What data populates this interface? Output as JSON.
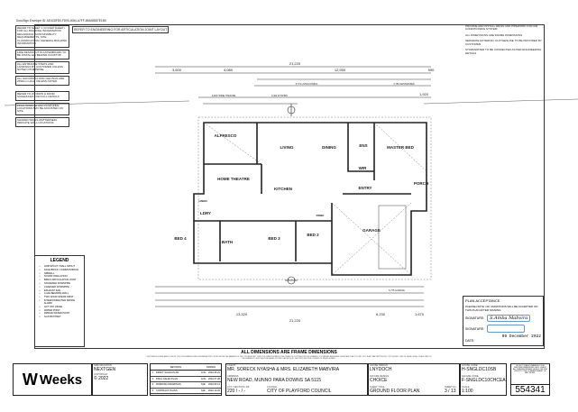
{
  "envelope_id": "DocuSign Envelope ID: AE4C8FD0-FD90-4084-A7FF-69A08D87E15B",
  "notes_left": [
    "REFER TO SHEET 1 (COVER SHEET) FOR ALL BUILDING INFORMATION REGARDING: SUSTAINABILITY REQUIREMENTS, SITE CLASSIFICATION, GENERAL BUILDING INFORMATION",
    "FIRE RESISTANT PLASTERBOARD TO BE INSTALLED BEHIND COOKTOP",
    "ALL ENTRANCE STEPS AND LANDINGS BY CUSTOMER UNLESS NOTED OTHERWISE",
    "ALL GROUND FLOOR CEILINGS ARE 2550mm HIGH UNLESS NOTED",
    "REFER TO WINDOW & DOOR SCHEDULES FOR FULL DETAILS",
    "FINAL WINDOW AND DOWNPIPE LOCATIONS MAY BE ADJUSTED ON SITE",
    "SHADED WALLS (PATTERNED) INDICATE WALL LOCATIONS"
  ],
  "articulation_note": "REFER TO ENGINEERING FOR ARTICULATION JOINT LAYOUT",
  "notes_right": [
    "PROVIDE AND INSTALL DRAIN AND PIPEWORK FOR AIR CONDITIONING SYSTEM",
    "ALL DIMENSIONS ARE FRAME DIMENSIONS",
    "SEPARATE EXTERNAL CLOTHESLINE TO BE PROVIDED BY CUSTOMER",
    "STORMWATER TO BE CONNECTED AS PER ENGINEERING DETAILS"
  ],
  "dimensions": {
    "overall_top": "21,220",
    "top_segments": [
      "3,600",
      "4,080",
      "12,950",
      "590"
    ],
    "overall_bottom": "21,220",
    "bottom_segments": [
      "13,320",
      "6,230",
      "1,670"
    ],
    "living_dining": "5,770 LIVING DINING",
    "master_bed": "3,750 MASTER BED",
    "home_theatre": "4,000 HOME THEATRE",
    "kitchen": "3,400 KITCHEN",
    "garage": "5,775 GARAGE",
    "porch": "1,920"
  },
  "rooms": [
    "ALFRESCO",
    "LIVING",
    "DINING",
    "ENS",
    "MASTER BED",
    "WIR",
    "HOME THEATRE",
    "KITCHEN",
    "ENTRY",
    "PORCH",
    "LDRY",
    "BED 4",
    "BATH",
    "BED 3",
    "BED 2",
    "GARAGE",
    "ROBE",
    "LINEN"
  ],
  "legend": {
    "title": "LEGEND",
    "items": [
      "HOB SPOUT / WALL SPOUT",
      "FACE BRICK / COMMON BRICK",
      "NIBWALL",
      "SOUND INSULATION",
      "BRICK ARTICULATION JOINT",
      "STANDARD DOWNPIPE",
      "CHARGED DOWNPIPE",
      "EXHAUST FAN",
      "LOAD BEARING WALL",
      "TWO DOOR OPENS FIRST",
      "INTERCONNECTED SMOKE ALARM",
      "LIFT OFF HINGE",
      "WATER POINT",
      "FRIDGE WATER POINT",
      "GAS BAYONET"
    ]
  },
  "frame_note": "ALL DIMENSIONS ARE FRAME DIMENSIONS",
  "copyright_note": "© 2022 WEEKS HOMES (ABN 47 008 087 278). THIS DRAWING IS AN ORIGINAL ARTISTIC WORK WITHIN THE MEANING OF THE COPYRIGHT ACT 1968 (CTH). WEEKS HOMES IS THE OWNER OF COPYRIGHT IN THIS DRAWING. YOU HEREBY AGREE AND UNDERTAKE THAT YOU WILL NOT IN ANY WAY REPRODUCE, COPY, MODIFY, USE OR CAUSE OR ALLOW ANY PART OF THE DRAWING TO BUILD A HOUSE BASED ON THIS PLAN WITHOUT THE PRIOR WRITTEN CONSENT OF WEEKS HOMES.",
  "plan_acceptance": {
    "title": "PLAN ACCEPTANCE",
    "note": "PLEASE NOTE: NO VARIATIONS WILL BE ACCEPTED ON THIS PLAN AFTER SIGNING",
    "signature_label_1": "SIGNATURE:",
    "signature_label_2": "SIGNATURE:",
    "signature_1": "S.Amba Mabvira",
    "date_label": "DATE:",
    "date_value": "09 December 2022"
  },
  "title_block": {
    "brand": "Weeks",
    "specification_label": "SPECIFICATION",
    "specification": "NEXTGEN",
    "copyright_label": "COPYRIGHT",
    "copyright": "© 2022",
    "revision_header": "REVISION",
    "drawn_header": "DRAWN",
    "revisions": [
      {
        "no": "1",
        "desc": "DRAFT SALES PLAN",
        "by": "LNG",
        "date": "2022.06.22"
      },
      {
        "no": "2",
        "desc": "FINAL SALES PLAN",
        "by": "LNG",
        "date": "2022.07.28"
      },
      {
        "no": "3",
        "desc": "WORKING DRAWINGS",
        "by": "SJE",
        "date": "2022.09.13"
      },
      {
        "no": "4",
        "desc": "CONTRACT PLANS",
        "by": "SJE",
        "date": "2022.10.26"
      }
    ],
    "client_label": "CLIENT",
    "client": "MR. SORECK NYASHA & MRS. ELIZABETH MABVIRA",
    "address_label": "ADDRESS",
    "address": "NEW ROAD, MUNNO PARA DOWNS SA 5115",
    "lot_label": "LOT / SECTION / DP",
    "lot": "220 / - / -",
    "council_label": "COUNCIL",
    "council": "CITY OF PLAYFORD COUNCIL",
    "house_design_label": "HOUSE DESIGN",
    "house_design": "LNYDOCH",
    "facade_design_label": "FACADE DESIGN",
    "facade_design": "CHOICE",
    "sheet_title_label": "SHEET TITLE",
    "sheet_title": "GROUND FLOOR PLAN",
    "sheet_no_label": "SHEET No.",
    "sheet_no": "3 / 13",
    "house_code_label": "HOUSE CODE",
    "house_code": "H-SNGLDC10SB",
    "facade_code_label": "FACADE CODE",
    "facade_code": "F-SNGLDC10CHCEA",
    "scale_label": "SCALE",
    "scale": "1:100",
    "disclaimer": "DO NOT SCALE DRAWINGS. USE WRITTEN DIMENSIONS ONLY. CHECK ALL DIMENSIONS AND LEVELS ON SITE PRIOR TO THE COMMENCEMENT OF ANY WORK.",
    "job_number": "554341"
  }
}
